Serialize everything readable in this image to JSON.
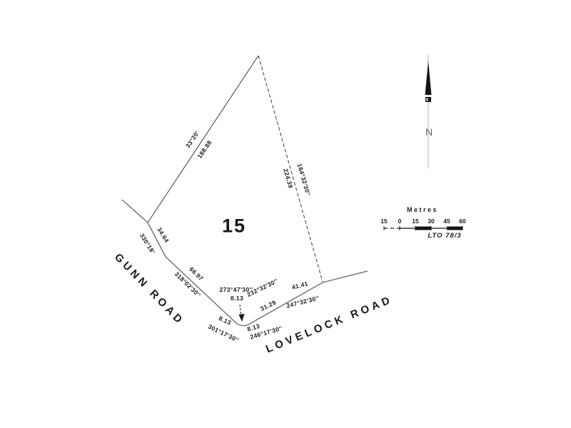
{
  "plan": {
    "lot_number": "15",
    "reference": "LTO 78/3",
    "north_label": "N",
    "roads": {
      "gunn": "GUNN ROAD",
      "lovelock": "LOVELOCK ROAD"
    },
    "edges": {
      "nw": {
        "bearing": "33°20'",
        "distance": "188.88"
      },
      "ne": {
        "bearing": "164°32'30''",
        "distance": "224.39"
      },
      "west_upper": {
        "bearing": "330°18'",
        "distance": "34.64"
      },
      "west_lower": {
        "bearing": "318°02'30''",
        "distance": "66.97"
      },
      "corner_arrowed": {
        "bearing": "273°47'30''",
        "distance": "8.13"
      },
      "south_mid": {
        "bearing": "232°32'30''",
        "distance": "31.29"
      },
      "south_east": {
        "bearing": "247°32'30''",
        "distance": "41.41"
      },
      "corner_left": {
        "bearing": "301°17'30''",
        "distance": "8.13"
      },
      "corner_right": {
        "bearing": "246°17'30''",
        "distance": "8.13"
      }
    },
    "scale_bar": {
      "title": "Metres",
      "tick_labels": [
        "15",
        "0",
        "15",
        "30",
        "45",
        "60"
      ]
    }
  }
}
